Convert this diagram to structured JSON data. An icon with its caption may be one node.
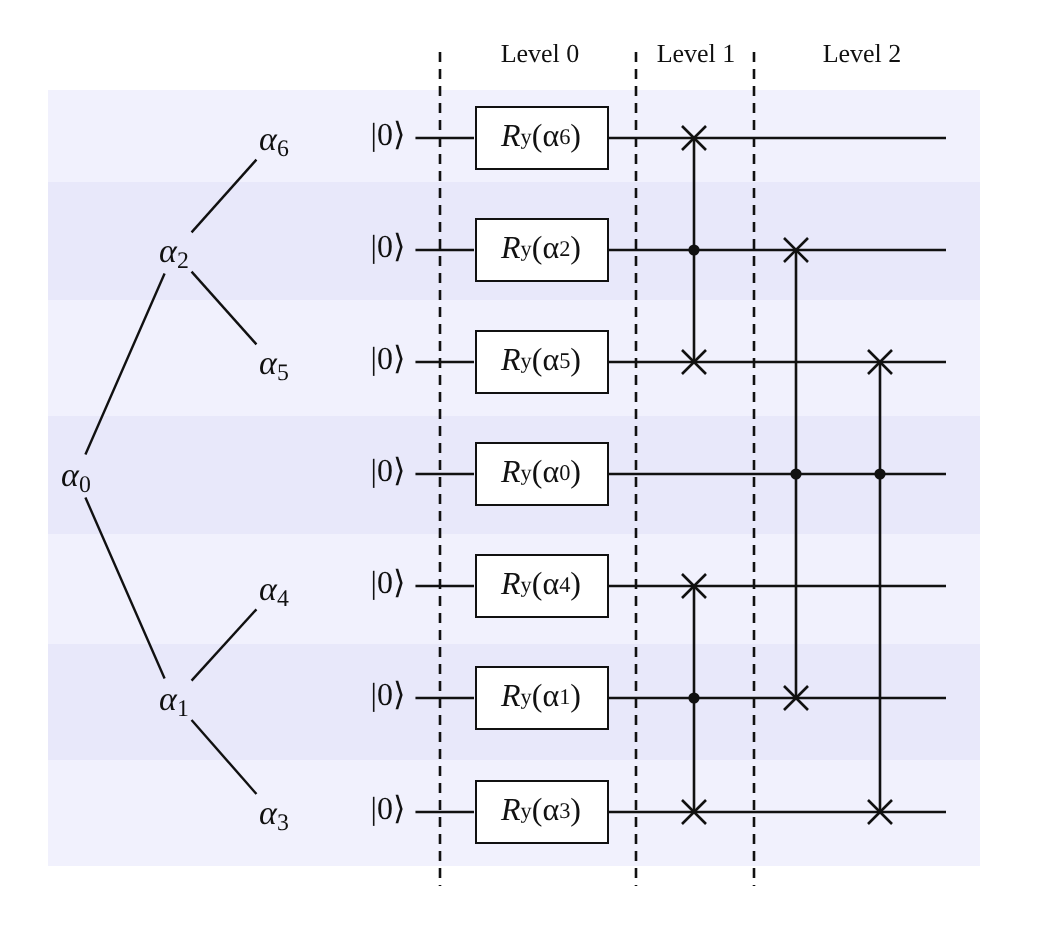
{
  "diagram": {
    "nodes": [
      {
        "text": [
          "α$_{0}$"
        ]
      },
      {
        "text": [
          "α$_{2}$"
        ]
      },
      {
        "text": [
          "α$_{1}$"
        ]
      },
      {
        "text": [
          "α$_{6}$"
        ]
      },
      {
        "text": [
          "α$_{5}$"
        ]
      },
      {
        "text": [
          "α$_{4}$"
        ]
      },
      {
        "text": [
          "α$_{3}$"
        ]
      },
      {
        "text": [
          "|0⟩"
        ]
      },
      {
        "text": [
          "*R*$_{y}$(α$_{6}$)"
        ]
      },
      {
        "text": [
          "|0⟩"
        ]
      },
      {
        "text": [
          "*R*$_{y}$(α$_{2}$)"
        ]
      },
      {
        "text": [
          "|0⟩"
        ]
      },
      {
        "text": [
          "*R*$_{y}$(α$_{5}$)"
        ]
      },
      {
        "text": [
          "|0⟩"
        ]
      },
      {
        "text": [
          "*R*$_{y}$(α$_{0}$)"
        ]
      },
      {
        "text": [
          "|0⟩"
        ]
      },
      {
        "text": [
          "*R*$_{y}$(α$_{4}$)"
        ]
      },
      {
        "text": [
          "|0⟩"
        ]
      },
      {
        "text": [
          "*R*$_{y}$(α$_{1}$)"
        ]
      },
      {
        "text": [
          "|0⟩"
        ]
      },
      {
        "text": [
          "*R*$_{y}$(α$_{3}$)"
        ]
      }
    ],
    "edges": [
      {
        "from": 0,
        "to": 1,
        "arrow": "none"
      },
      {
        "from": 0,
        "to": 2,
        "arrow": "none"
      },
      {
        "from": 1,
        "to": 3,
        "arrow": "none"
      },
      {
        "from": 1,
        "to": 4,
        "arrow": "none"
      },
      {
        "from": 2,
        "to": 5,
        "arrow": "none"
      },
      {
        "from": 2,
        "to": 6,
        "arrow": "none"
      },
      {
        "from": 7,
        "to": 8,
        "arrow": "none"
      },
      {
        "from": 8,
        "to": null,
        "arrow": "none"
      },
      {
        "from": 9,
        "to": 10,
        "arrow": "none"
      },
      {
        "from": 10,
        "to": null,
        "arrow": "none"
      },
      {
        "from": 11,
        "to": 12,
        "arrow": "none"
      },
      {
        "from": 12,
        "to": null,
        "arrow": "none"
      },
      {
        "from": 13,
        "to": 14,
        "arrow": "none"
      },
      {
        "from": 14,
        "to": null,
        "arrow": "none"
      },
      {
        "from": 15,
        "to": 16,
        "arrow": "none"
      },
      {
        "from": 16,
        "to": null,
        "arrow": "none"
      },
      {
        "from": 17,
        "to": 18,
        "arrow": "none"
      },
      {
        "from": 18,
        "to": null,
        "arrow": "none"
      },
      {
        "from": 19,
        "to": 20,
        "arrow": "none"
      },
      {
        "from": 20,
        "to": null,
        "arrow": "none"
      }
    ],
    "labels": [
      "Level 0",
      "Level 1",
      "Level 2"
    ]
  }
}
